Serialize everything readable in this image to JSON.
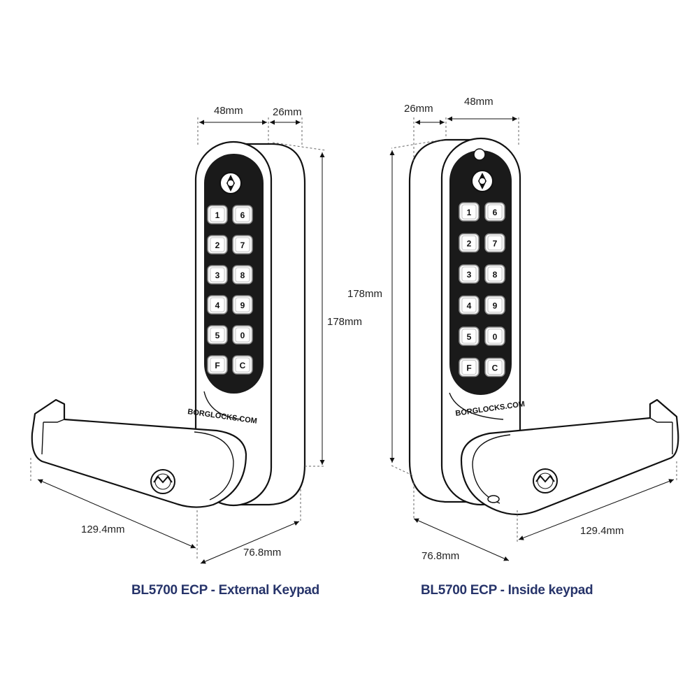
{
  "colors": {
    "caption": "#27346a",
    "outline": "#111111",
    "panel": "#1a1a1a"
  },
  "left": {
    "caption": "BL5700 ECP - External Keypad",
    "brand": "BORGLOCKS.COM",
    "dims": {
      "width_top": "48mm",
      "depth_top": "26mm",
      "height": "178mm",
      "lever": "129.4mm",
      "projection": "76.8mm"
    },
    "keys": [
      [
        "1",
        "6"
      ],
      [
        "2",
        "7"
      ],
      [
        "3",
        "8"
      ],
      [
        "4",
        "9"
      ],
      [
        "5",
        "0"
      ],
      [
        "F",
        "C"
      ]
    ],
    "icons": [
      "key-cylinder-icon",
      "handle-cylinder-icon"
    ]
  },
  "right": {
    "caption": "BL5700 ECP - Inside keypad",
    "brand": "BORGLOCKS.COM",
    "dims": {
      "depth_top": "26mm",
      "width_top": "48mm",
      "height": "178mm",
      "lever": "129.4mm",
      "projection": "76.8mm"
    },
    "keys": [
      [
        "1",
        "6"
      ],
      [
        "2",
        "7"
      ],
      [
        "3",
        "8"
      ],
      [
        "4",
        "9"
      ],
      [
        "5",
        "0"
      ],
      [
        "F",
        "C"
      ]
    ],
    "icons": [
      "key-cylinder-icon",
      "handle-cylinder-icon"
    ]
  }
}
